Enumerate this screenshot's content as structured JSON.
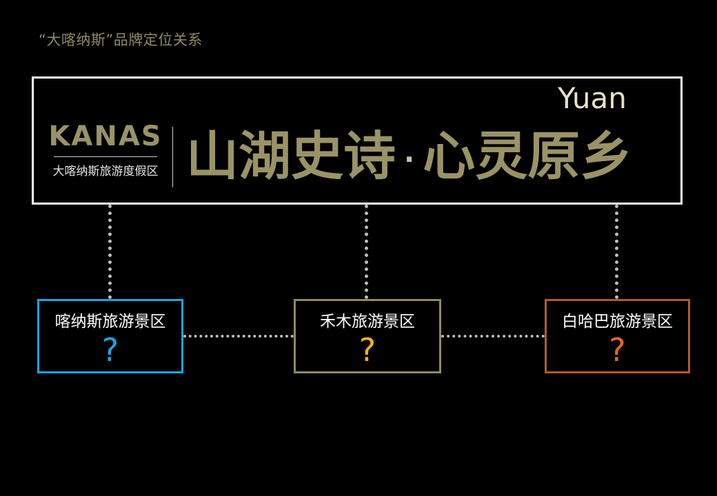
{
  "slide": {
    "title": "“大喀纳斯”品牌定位关系"
  },
  "hero": {
    "tagline_en": "Yuan",
    "brand_word": "KANAS",
    "brand_sub": "大喀纳斯旅游度假区",
    "slogan_left": "山湖史诗",
    "slogan_sep": "·",
    "slogan_right": "心灵原乡"
  },
  "nodes": [
    {
      "name": "喀纳斯旅游景区",
      "mark": "?",
      "color": "#1fa3e0"
    },
    {
      "name": "禾木旅游景区",
      "mark": "?",
      "color": "#f0b21f"
    },
    {
      "name": "白哈巴旅游景区",
      "mark": "?",
      "color": "#e06a22"
    }
  ],
  "node_borders": [
    "#1fa3e0",
    "#8f8a63",
    "#b65b22"
  ],
  "colors": {
    "background": "#000000",
    "brand_gold": "#9a9366",
    "connector": "#bdbdbd"
  }
}
